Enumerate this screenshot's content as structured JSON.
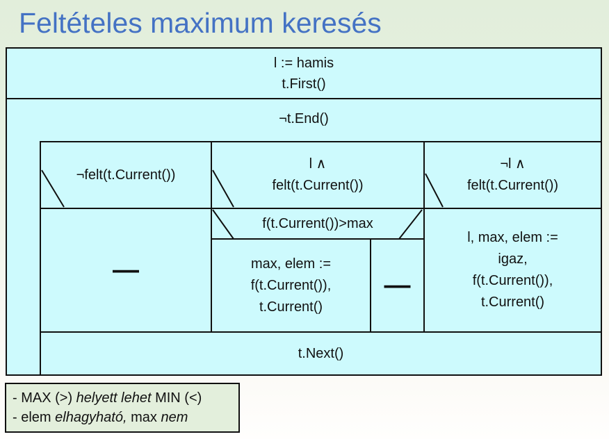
{
  "title": "Feltételes maximum keresés",
  "colors": {
    "title_blue": "#4472c4",
    "cell_fill": "#cdfafd",
    "border": "#101010",
    "background_top_green": "#e2eedb",
    "background_bottom_white": "#fffefd",
    "note_fill": "#e3efdc"
  },
  "structogram": {
    "init_line1": "l := hamis",
    "init_line2": "t.First()",
    "loop_condition": "¬t.End()",
    "branch1_condition": "¬felt(t.Current())",
    "branch2_condition_line1": "l ∧",
    "branch2_condition_line2": "felt(t.Current())",
    "branch3_condition_line1": "¬l ∧",
    "branch3_condition_line2": "felt(t.Current())",
    "branch1_body": "—",
    "nested_condition": "f(t.Current())>max",
    "nested_true_line1": "max, elem :=",
    "nested_true_line2": "f(t.Current()),",
    "nested_true_line3": "t.Current()",
    "nested_false_body": "—",
    "branch3_body_line1": "l, max, elem :=",
    "branch3_body_line2": "igaz,",
    "branch3_body_line3": "f(t.Current()),",
    "branch3_body_line4": "t.Current()",
    "next_statement": "t.Next()"
  },
  "note": {
    "line1_part1": "- MAX (>) ",
    "line1_part2_italic": "helyett lehet",
    "line1_part3": " MIN (<)",
    "line2_part1": "- elem ",
    "line2_part2_italic": "elhagyható,",
    "line2_part3": " max ",
    "line2_part4_italic": "nem"
  }
}
